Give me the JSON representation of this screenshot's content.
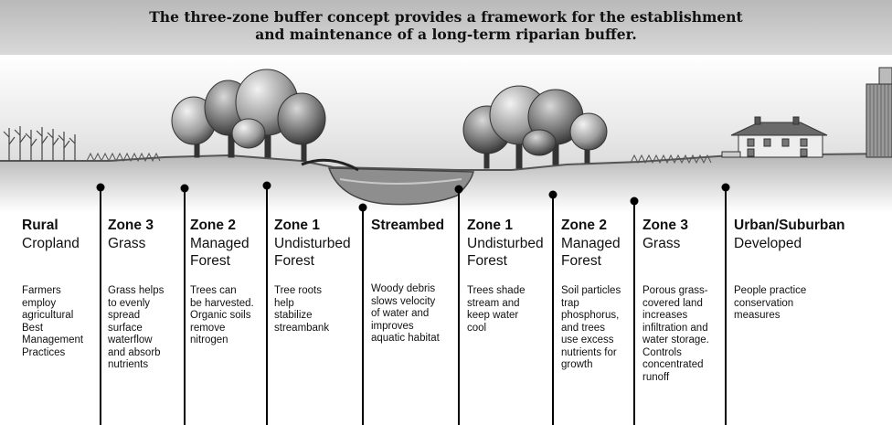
{
  "banner": {
    "line1": "The three-zone buffer concept provides a framework for the establishment",
    "line2": "and maintenance of a long-term riparian buffer."
  },
  "columns": [
    {
      "title": "Rural",
      "subtitle": [
        "Cropland"
      ],
      "body": [
        "Farmers",
        "employ",
        "agricultural",
        "Best",
        "Management",
        "Practices"
      ]
    },
    {
      "title": "Zone 3",
      "subtitle": [
        "Grass"
      ],
      "body": [
        "Grass helps",
        "to evenly",
        "spread",
        "surface",
        "waterflow",
        "and absorb",
        "nutrients"
      ]
    },
    {
      "title": "Zone 2",
      "subtitle": [
        "Managed",
        "Forest"
      ],
      "body": [
        "Trees can",
        "be harvested.",
        "Organic soils",
        "remove",
        "nitrogen"
      ]
    },
    {
      "title": "Zone 1",
      "subtitle": [
        "Undisturbed",
        "Forest"
      ],
      "body": [
        "Tree roots",
        "help",
        "stabilize",
        "streambank"
      ]
    },
    {
      "title": "Streambed",
      "subtitle": [],
      "body": [
        "Woody debris",
        "slows velocity",
        "of water and",
        "improves",
        "aquatic habitat"
      ]
    },
    {
      "title": "Zone 1",
      "subtitle": [
        "Undisturbed",
        "Forest"
      ],
      "body": [
        "Trees shade",
        "stream and",
        "keep water",
        "cool"
      ]
    },
    {
      "title": "Zone 2",
      "subtitle": [
        "Managed",
        "Forest"
      ],
      "body": [
        "Soil particles",
        "trap",
        "phosphorus,",
        "and trees",
        "use excess",
        "nutrients for",
        "growth"
      ]
    },
    {
      "title": "Zone 3",
      "subtitle": [
        "Grass"
      ],
      "body": [
        "Porous grass-",
        "covered land",
        "increases",
        "infiltration and",
        "water storage.",
        "Controls",
        "concentrated",
        "runoff"
      ]
    },
    {
      "title": "Urban/Suburban",
      "subtitle": [
        "Developed"
      ],
      "body": [
        "People practice",
        "conservation",
        "measures"
      ]
    }
  ]
}
